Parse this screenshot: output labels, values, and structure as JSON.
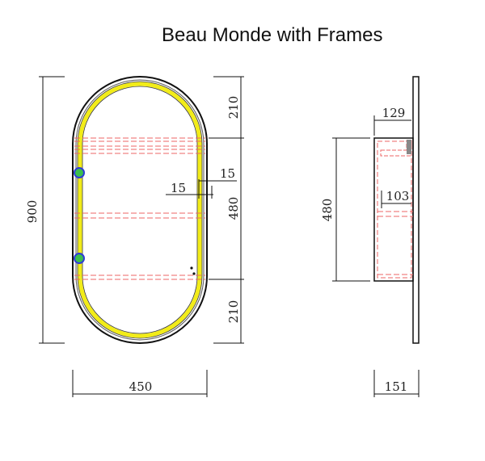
{
  "title": "Beau Monde with Frames",
  "colors": {
    "led_strip": "#f2ec18",
    "frame": "#111111",
    "hinge": "#2f3bd6",
    "hinge_fill": "#3cbf4f",
    "shelf_lines": "#ee6666"
  },
  "front_view": {
    "overall_height": "900",
    "overall_width": "450",
    "top_segment": "210",
    "middle_segment": "480",
    "bottom_segment": "210",
    "inner_dim_a": "15",
    "inner_dim_b": "15"
  },
  "side_view": {
    "cabinet_height": "480",
    "cabinet_depth": "129",
    "shelf_depth": "103",
    "overall_depth": "151"
  }
}
